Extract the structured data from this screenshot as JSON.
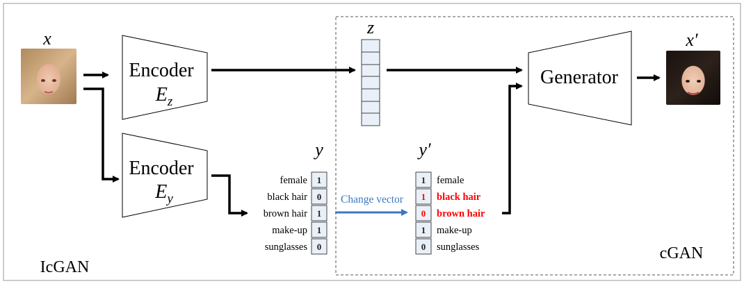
{
  "symbols": {
    "x": "x",
    "x_prime": "x′",
    "z": "z",
    "y": "y",
    "y_prime": "y′"
  },
  "encoder_z": {
    "label": "Encoder",
    "subscript_letter": "E",
    "subscript": "z"
  },
  "encoder_y": {
    "label": "Encoder",
    "subscript_letter": "E",
    "subscript": "y"
  },
  "generator": {
    "label": "Generator"
  },
  "change_vector": {
    "label": "Change vector",
    "color": "#3a78c0"
  },
  "attribute_names": [
    "female",
    "black hair",
    "brown hair",
    "make-up",
    "sunglasses"
  ],
  "y_values": [
    "1",
    "0",
    "1",
    "1",
    "0"
  ],
  "y_prime_values": [
    "1",
    "1",
    "0",
    "1",
    "0"
  ],
  "changed_attributes": [
    false,
    true,
    true,
    false,
    false
  ],
  "highlight_color": "#ff0000",
  "region_labels": {
    "left": "IcGAN",
    "right": "cGAN"
  },
  "images": {
    "input_face": "woman-face-light-brown-hair",
    "output_face": "woman-face-black-hair"
  }
}
